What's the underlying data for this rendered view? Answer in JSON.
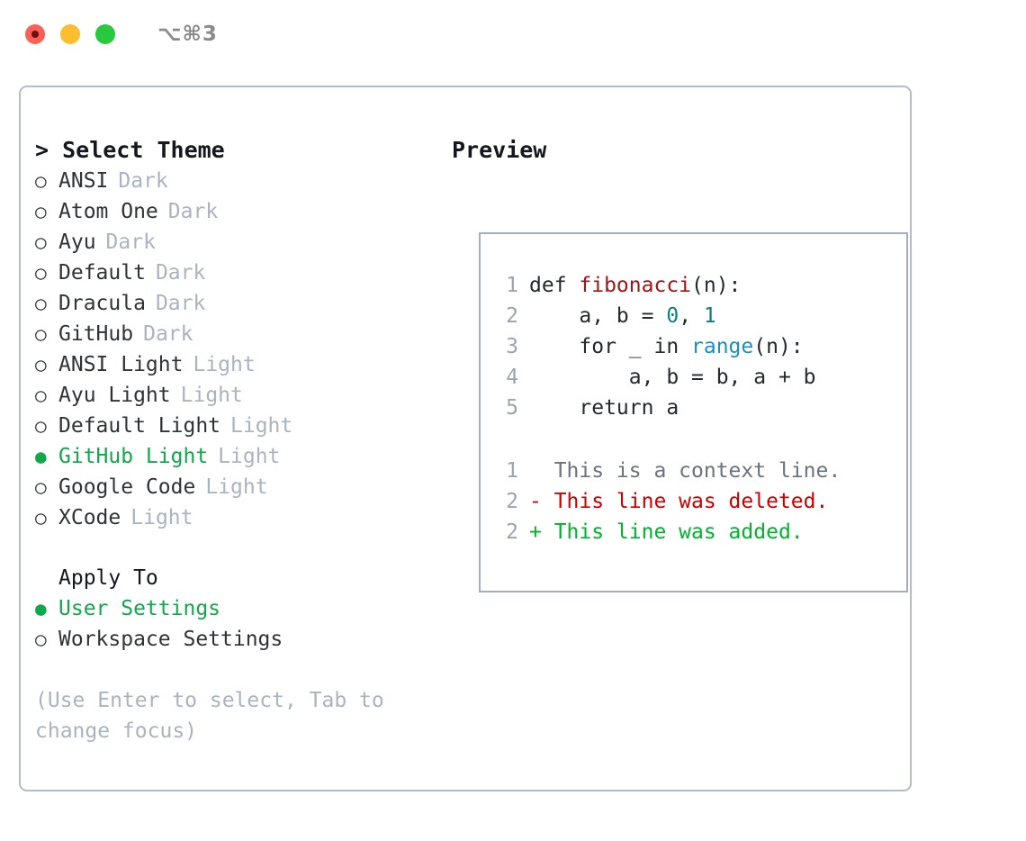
{
  "titlebar": {
    "shortcut": "⌥⌘3",
    "lights": [
      "close-red",
      "minimize-yellow",
      "maximize-green"
    ]
  },
  "left": {
    "title": "> Select Theme",
    "themes": [
      {
        "bullet": "○",
        "label": "ANSI",
        "suffix": "Dark",
        "selected": false
      },
      {
        "bullet": "○",
        "label": "Atom One",
        "suffix": "Dark",
        "selected": false
      },
      {
        "bullet": "○",
        "label": "Ayu",
        "suffix": "Dark",
        "selected": false
      },
      {
        "bullet": "○",
        "label": "Default",
        "suffix": "Dark",
        "selected": false
      },
      {
        "bullet": "○",
        "label": "Dracula",
        "suffix": "Dark",
        "selected": false
      },
      {
        "bullet": "○",
        "label": "GitHub",
        "suffix": "Dark",
        "selected": false
      },
      {
        "bullet": "○",
        "label": "ANSI Light",
        "suffix": "Light",
        "selected": false
      },
      {
        "bullet": "○",
        "label": "Ayu Light",
        "suffix": "Light",
        "selected": false
      },
      {
        "bullet": "○",
        "label": "Default Light",
        "suffix": "Light",
        "selected": false
      },
      {
        "bullet": "●",
        "label": "GitHub Light",
        "suffix": "Light",
        "selected": true
      },
      {
        "bullet": "○",
        "label": "Google Code",
        "suffix": "Light",
        "selected": false
      },
      {
        "bullet": "○",
        "label": "XCode",
        "suffix": "Light",
        "selected": false
      }
    ],
    "apply_to": {
      "heading": "Apply To",
      "options": [
        {
          "bullet": "●",
          "label": "User Settings",
          "selected": true
        },
        {
          "bullet": "○",
          "label": "Workspace Settings",
          "selected": false
        }
      ]
    },
    "hint": "(Use Enter to select, Tab to change focus)"
  },
  "right": {
    "title": "Preview",
    "code_lines": [
      {
        "no": "1",
        "tokens": [
          {
            "t": "def ",
            "c": "kw"
          },
          {
            "t": "fibonacci",
            "c": "fn"
          },
          {
            "t": "(n):",
            "c": "plain"
          }
        ]
      },
      {
        "no": "2",
        "tokens": [
          {
            "t": "    a, b = ",
            "c": "plain"
          },
          {
            "t": "0",
            "c": "num"
          },
          {
            "t": ", ",
            "c": "plain"
          },
          {
            "t": "1",
            "c": "num"
          }
        ]
      },
      {
        "no": "3",
        "tokens": [
          {
            "t": "    for _ in ",
            "c": "plain"
          },
          {
            "t": "range",
            "c": "call"
          },
          {
            "t": "(n):",
            "c": "plain"
          }
        ]
      },
      {
        "no": "4",
        "tokens": [
          {
            "t": "        a, b = b, a + b",
            "c": "plain"
          }
        ]
      },
      {
        "no": "5",
        "tokens": [
          {
            "t": "    return a",
            "c": "plain"
          }
        ]
      }
    ],
    "diff_lines": [
      {
        "no": "1",
        "marker": "  ",
        "text": "This is a context line.",
        "kind": "ctx"
      },
      {
        "no": "2",
        "marker": "- ",
        "text": "This line was deleted.",
        "kind": "del"
      },
      {
        "no": "2",
        "marker": "+ ",
        "text": "This line was added.",
        "kind": "add"
      }
    ]
  },
  "colors": {
    "accent_green": "#0fa84a",
    "muted": "#aab3c0",
    "border": "#b4bcc8",
    "diff_add": "#00b32c",
    "diff_del": "#cc0000",
    "syntax_function": "#a01515",
    "syntax_number": "#0d7f7f",
    "syntax_call": "#1a8fc4"
  }
}
